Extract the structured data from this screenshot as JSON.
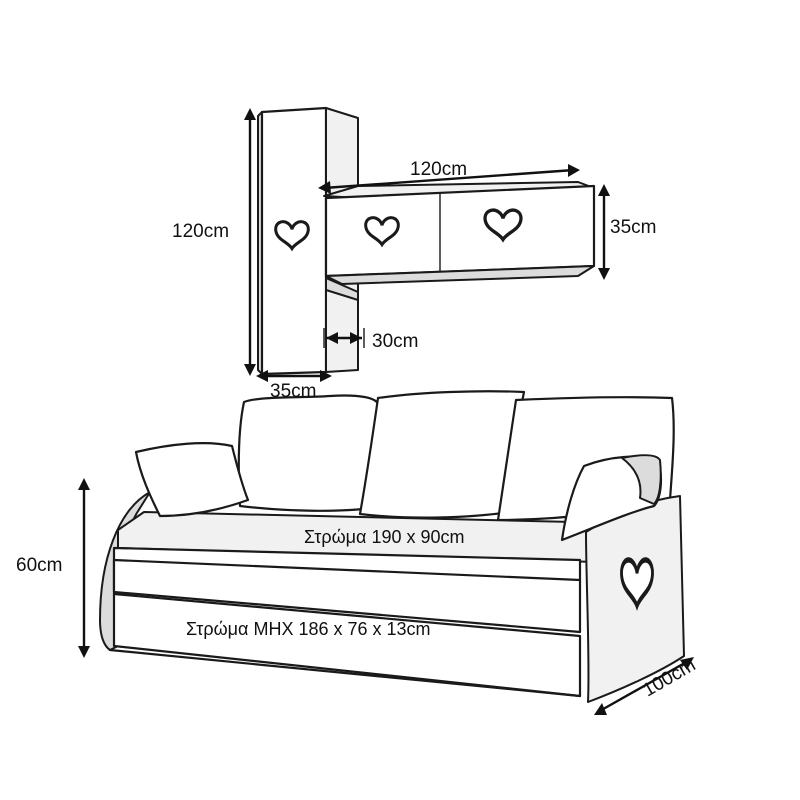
{
  "labels": {
    "tall_cabinet_height": "120cm",
    "tall_cabinet_width": "35cm",
    "shelf_width": "120cm",
    "shelf_height": "35cm",
    "shelf_depth": "30cm",
    "sofa_height": "60cm",
    "sofa_depth": "100cm",
    "main_mattress": "Στρώμα 190 x 90cm",
    "trundle_mattress": "Στρώμα ΜΗΧ 186 x 76 x 13cm"
  },
  "colors": {
    "outline": "#1a1a1a",
    "shade": "#dcdcdc",
    "background": "#ffffff"
  },
  "icons": [
    "heart-icon"
  ]
}
